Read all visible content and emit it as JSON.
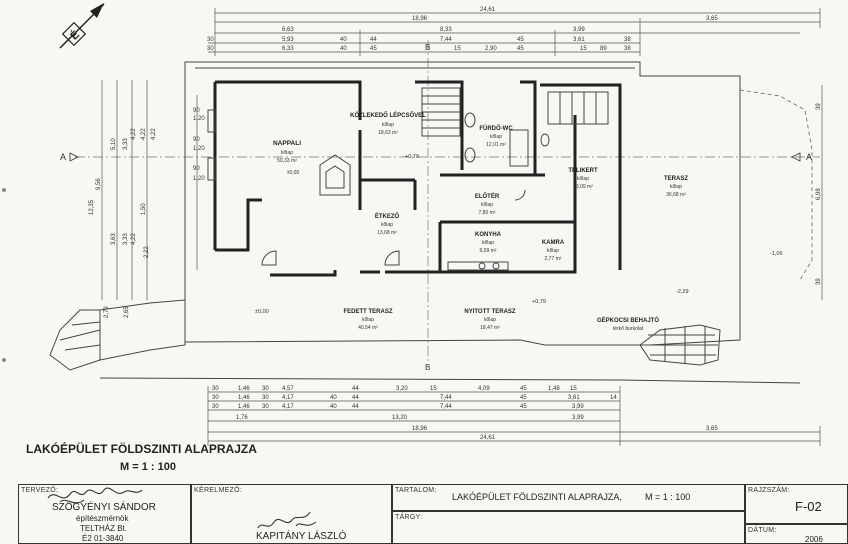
{
  "drawing": {
    "title": "LAKÓÉPÜLET FÖLDSZINTI ALAPRAJZA",
    "scale": "M = 1 : 100"
  },
  "rooms": [
    {
      "name": "NAPPALI",
      "floor": "kőlap",
      "area": "50,33 m²",
      "level": "±0,00"
    },
    {
      "name": "KÖZLEKEDŐ LÉPCSŐVEL",
      "floor": "kőlap",
      "area": "18,63 m²"
    },
    {
      "name": "FÜRDŐ-WC",
      "floor": "kőlap",
      "area": "12,01 m²"
    },
    {
      "name": "ÉTKEZŐ",
      "floor": "kőlap",
      "area": "13,68 m²"
    },
    {
      "name": "ELŐTÉR",
      "floor": "kőlap",
      "area": "7,80 m²"
    },
    {
      "name": "KONYHA",
      "floor": "kőlap",
      "area": "9,09 m²"
    },
    {
      "name": "KAMRA",
      "floor": "kőlap",
      "area": "2,77 m²"
    },
    {
      "name": "TÉLIKERT",
      "floor": "kőlap",
      "area": "23,09 m²"
    },
    {
      "name": "TERASZ",
      "floor": "kőlap",
      "area": "36,68 m²"
    },
    {
      "name": "FEDETT TERASZ",
      "floor": "kőlap",
      "area": "40,54 m²"
    },
    {
      "name": "NYITOTT TERASZ",
      "floor": "kőlap",
      "area": "18,47 m²"
    },
    {
      "name": "GÉPKOCSI BEHAJTÓ",
      "floor": "térkő burkolat"
    }
  ],
  "levels": [
    "+0,79",
    "±0,00",
    "-2,29",
    "-1,06",
    "+0,79"
  ],
  "section_marks": [
    "A",
    "A",
    "B",
    "B"
  ],
  "dims_top": {
    "overall": "24,61",
    "row1": [
      "18,96",
      "3,65"
    ],
    "row2": [
      "6,63",
      "8,33",
      "3,99"
    ],
    "row3": [
      "30",
      "5,93",
      "40",
      "44",
      "7,44",
      "45",
      "3,61",
      "38"
    ],
    "row4": [
      "30",
      "6,33",
      "40",
      "45",
      "15",
      "2,90",
      "45",
      "15",
      "89",
      "38"
    ]
  },
  "dims_bottom": {
    "row1": [
      "30",
      "1,46",
      "30",
      "4,57",
      "44",
      "3,20",
      "15",
      "4,09",
      "45",
      "1,48",
      "15"
    ],
    "row2": [
      "30",
      "1,46",
      "30",
      "4,17",
      "40",
      "44",
      "7,44",
      "45",
      "3,61",
      "14"
    ],
    "row3": [
      "30",
      "1,46",
      "30",
      "4,17",
      "40",
      "44",
      "7,44",
      "45",
      "3,99"
    ],
    "row4": [
      "1,76",
      "13,20",
      "3,99"
    ],
    "row5": [
      "18,96",
      "3,65"
    ],
    "overall": "24,61"
  },
  "dims_left": [
    "90",
    "1,20",
    "90",
    "1,20",
    "90",
    "1,20",
    "9,56",
    "5,10",
    "3,33",
    "4,22",
    "4,22",
    "4,22",
    "1,50",
    "12,35",
    "3,63",
    "3,33",
    "4,22",
    "2,22",
    "2,79",
    "2,65"
  ],
  "dims_right": [
    "6,98",
    "39",
    "39"
  ],
  "title_block": {
    "designer_label": "TERVEZŐ:",
    "designer_name": "SZÖGYÉNYI SÁNDOR",
    "designer_title": "építészmérnök",
    "designer_company": "TELTHÁZ Bt.",
    "designer_reg": "É2 01-3840",
    "client_label": "KÉRELMEZŐ:",
    "client_name": "KAPITÁNY LÁSZLÓ",
    "content_label": "TARTALOM:",
    "content_value": "LAKÓÉPÜLET FÖLDSZINTI ALAPRAJZA,",
    "content_scale": "M = 1 : 100",
    "subject_label": "TÁRGY:",
    "sheet_label": "RAJZSZÁM:",
    "sheet_value": "F-02",
    "date_label": "DÁTUM:",
    "date_value": "2006"
  },
  "north_label": "É"
}
